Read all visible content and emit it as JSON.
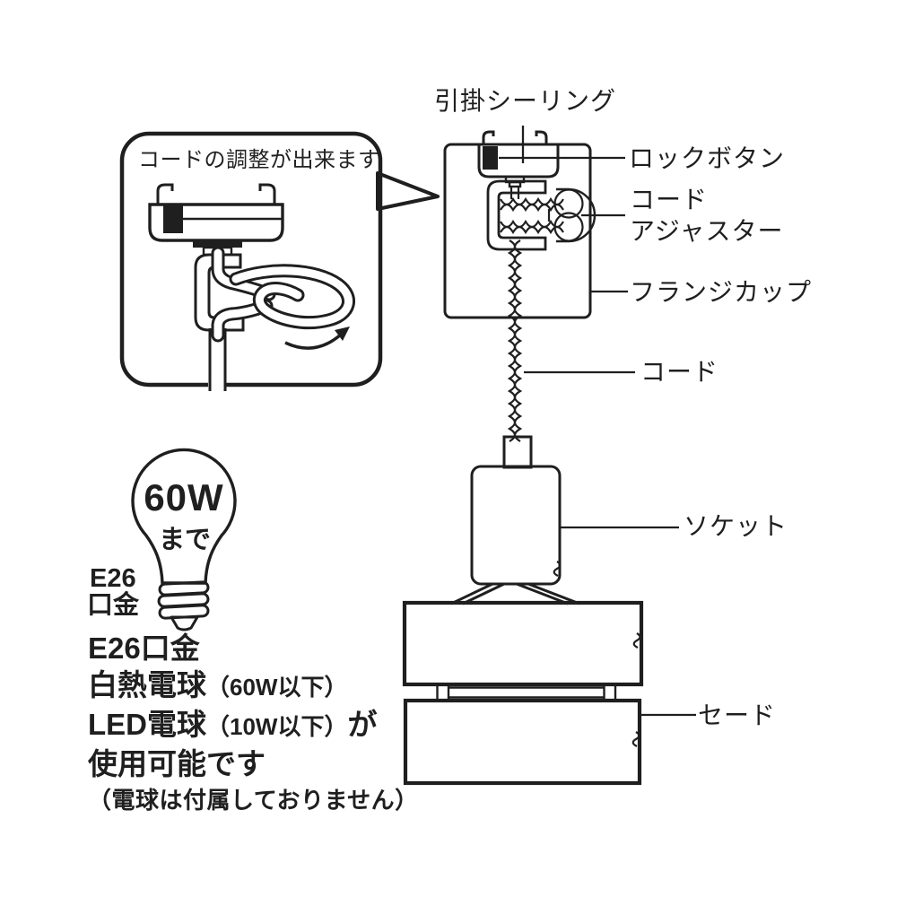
{
  "bubble": {
    "caption": "コードの調整が出来ます"
  },
  "labels": {
    "ceiling": "引掛シーリング",
    "lock_button": "ロックボタン",
    "cord_adjuster_line1": "コード",
    "cord_adjuster_line2": "アジャスター",
    "flange_cup": "フランジカップ",
    "cord": "コード",
    "socket": "ソケット",
    "shade": "セード"
  },
  "bulb": {
    "wattage": "60W",
    "limit": "まで",
    "base_line1": "E26",
    "base_line2": "口金"
  },
  "specs": {
    "l1": "E26口金",
    "l2a": "白熱電球",
    "l2b": "（60W以下）",
    "l3a": "LED電球",
    "l3b": "（10W以下）",
    "l3c": "が",
    "l4": "使用可能です",
    "l5": "（電球は付属しておりません）"
  },
  "colors": {
    "ink": "#1f1f1f",
    "background": "#ffffff"
  }
}
